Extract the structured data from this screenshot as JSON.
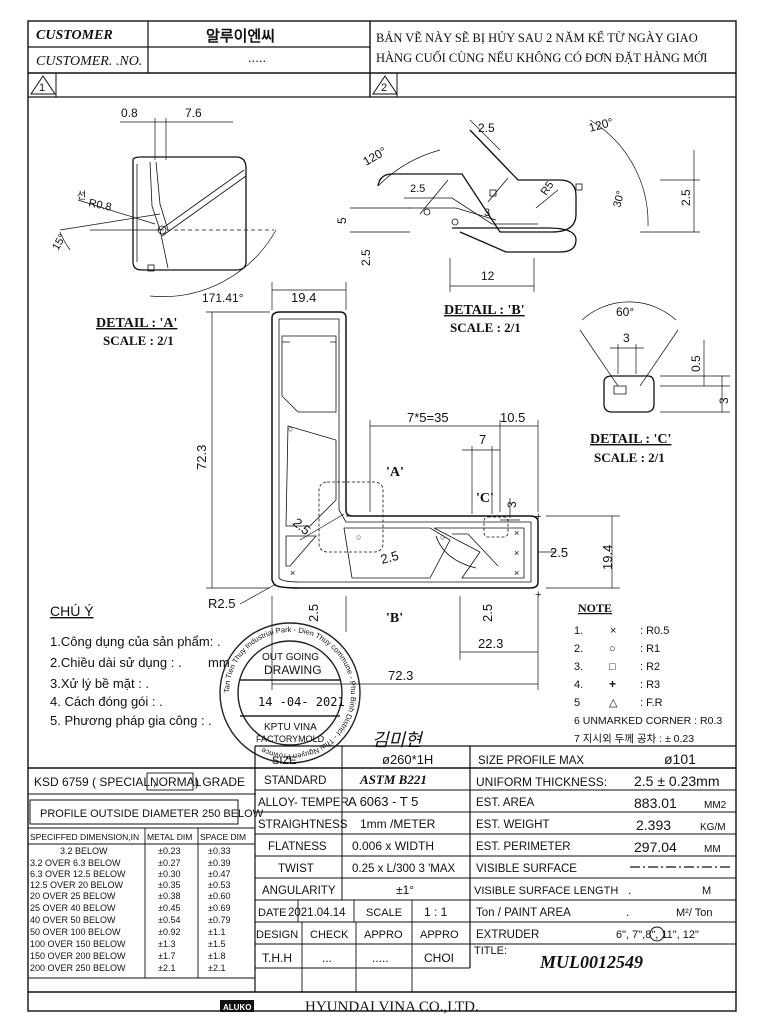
{
  "header": {
    "customer_label": "CUSTOMER",
    "customer_value": "알루이엔씨",
    "customer_no_label": "CUSTOMER. .NO.",
    "customer_no_value": ".....",
    "notice_line1": "BẢN VẼ NÀY SẼ BỊ HỦY SAU 2 NĂM KỂ TỪ NGÀY GIAO",
    "notice_line2": "HÀNG CUỐI CÙNG NẾU KHÔNG CÓ ĐƠN ĐẶT HÀNG MỚI",
    "rev1": "1",
    "rev2": "2"
  },
  "details": {
    "a": {
      "title": "DETAIL : 'A'",
      "scale": "SCALE : 2/1",
      "dims": [
        "0.8",
        "7.6",
        "R0.8",
        "15°",
        "171.41°",
        "선"
      ]
    },
    "b": {
      "title": "DETAIL : 'B'",
      "scale": "SCALE : 2/1",
      "dims": [
        "2.5",
        "120°",
        "120°",
        "2.5",
        "R5",
        "30°",
        "2.5",
        "3",
        "5",
        "2.5",
        "12"
      ]
    },
    "c": {
      "title": "DETAIL : 'C'",
      "scale": "SCALE : 2/1",
      "dims": [
        "60°",
        "3",
        "0.5",
        "3"
      ]
    }
  },
  "main_dims": {
    "width_top": "19.4",
    "height_left": "72.3",
    "pitch": "7*5=35",
    "d10_5": "10.5",
    "d7": "7",
    "label_a": "'A'",
    "label_b": "'B'",
    "label_c": "'C'",
    "d3": "3",
    "d2_5_diag": "2.5",
    "d2_5_mid": "2.5",
    "d2_5_right": "2.5",
    "d19_4_right": "19.4",
    "r2_5": "R2.5",
    "d2_5_bot1": "2.5",
    "d2_5_bot2": "2.5",
    "d22_3": "22.3",
    "d72_3_bottom": "72.3"
  },
  "notes_vn": {
    "title": "CHÚ Ý",
    "items": [
      "1.Công dụng của sản phẩm: .",
      "2.Chiều dài sử dụng : .",
      "3.Xử lý bề mặt : .",
      "4. Cách đóng gói : .",
      "5. Phương pháp gia công : ."
    ],
    "mm": "mm"
  },
  "note_legend": {
    "title": "NOTE",
    "rows": [
      {
        "n": "1.",
        "sym": "×",
        "val": ": R0.5"
      },
      {
        "n": "2.",
        "sym": "○",
        "val": ": R1"
      },
      {
        "n": "3.",
        "sym": "□",
        "val": ": R2"
      },
      {
        "n": "4.",
        "sym": "+",
        "val": ": R3"
      },
      {
        "n": "5",
        "sym": "△",
        "val": ": F.R"
      }
    ],
    "row6": "6   UNMARKED CORNER : R0.3",
    "row7": "7   지시외 두께 공차   : ± 0.23"
  },
  "stamp": {
    "top": "OUT GOING",
    "mid": "DRAWING",
    "date": "14 -04- 2021",
    "company": "KPTU VINA",
    "factory": "FACTORYMOLD",
    "ring_text": "Tan Tien Thuy Industrial Park - Dien Thuy commune - Phu Binh District - Thai Nguyen Province",
    "signature": "김미현"
  },
  "title_block": {
    "grade": {
      "prefix": "KSD 6759 ( SPECIAL ,",
      "normal": "NORMAL",
      "suffix": ") GRADE"
    },
    "profile_outside": "PROFILE  OUTSIDE  DIAMETER  250 BELOW",
    "tol_headers": [
      "SPECIFFED DIMENSION,IN",
      "METAL DIM",
      "SPACE DIM"
    ],
    "tol_rows": [
      [
        "3.2  BELOW",
        "±0.23",
        "±0.33"
      ],
      [
        "3.2  OVER   6.3  BELOW",
        "±0.27",
        "±0.39"
      ],
      [
        "6.3  OVER  12.5 BELOW",
        "±0.30",
        "±0.47"
      ],
      [
        "12.5 OVER  20  BELOW",
        "±0.35",
        "±0.53"
      ],
      [
        "20   OVER  25  BELOW",
        "±0.38",
        "±0.60"
      ],
      [
        "25   OVER  40  BELOW",
        "±0.45",
        "±0.69"
      ],
      [
        "40   OVER  50  BELOW",
        "±0.54",
        "±0.79"
      ],
      [
        "50   OVER  100 BELOW",
        "±0.92",
        "±1.1"
      ],
      [
        "100  OVER  150 BELOW",
        "±1.3",
        "±1.5"
      ],
      [
        "150  OVER  200 BELOW",
        "±1.7",
        "±1.8"
      ],
      [
        "200  OVER  250 BELOW",
        "±2.1",
        "±2.1"
      ]
    ],
    "size_label": "SIZE",
    "size_value": "ø260*1H",
    "size_profile_max_label": "SIZE PROFILE MAX",
    "size_profile_max_value": "ø101",
    "standard_label": "STANDARD",
    "standard_value": "ASTM  B221",
    "uniform_thickness_label": "UNIFORM THICKNESS:",
    "uniform_thickness_value": "2.5 ± 0.23mm",
    "alloy_label": "ALLOY- TEMPER",
    "alloy_value": "A 6063    - T 5",
    "est_area_label": "EST. AREA",
    "est_area_value": "883.01",
    "est_area_unit": "MM2",
    "straightness_label": "STRAIGHTNESS",
    "straightness_value": "1mm /METER",
    "est_weight_label": "EST. WEIGHT",
    "est_weight_value": "2.393",
    "est_weight_unit": "KG/M",
    "flatness_label": "FLATNESS",
    "flatness_value": "0.006  x WIDTH",
    "est_perimeter_label": "EST. PERIMETER",
    "est_perimeter_value": "297.04",
    "est_perimeter_unit": "MM",
    "twist_label": "TWIST",
    "twist_value": "0.25 x L/300 3 'MAX",
    "visible_surface_label": "VISIBLE SURFACE",
    "angularity_label": "ANGULARITY",
    "angularity_value": "±1°",
    "visible_surface_length_label": "VISIBLE SURFACE LENGTH",
    "visible_surface_length_value": ".",
    "visible_surface_length_unit": "M",
    "date_label": "DATE",
    "date_value": "2021.04.14",
    "scale_label": "SCALE",
    "scale_value": "1 : 1",
    "ton_paint_label": "Ton / PAINT AREA",
    "ton_paint_value": ".",
    "ton_paint_unit": "M²/ Ton",
    "extruder_label": "EXTRUDER",
    "extruder_value": "6\", 7\",8\", 11\", 12\"",
    "design_label": "DESIGN",
    "check_label": "CHECK",
    "appro1_label": "APPRO",
    "appro2_label": "APPRO",
    "design_value": "T.H.H",
    "check_value": "...",
    "appro1_value": ".....",
    "appro2_value": "CHOI",
    "title_label": "TITLE:",
    "title_value": "MUL0012549"
  },
  "footer": {
    "logo": "ALUKO",
    "company": "HYUNDAI  VINA  CO.,LTD."
  }
}
